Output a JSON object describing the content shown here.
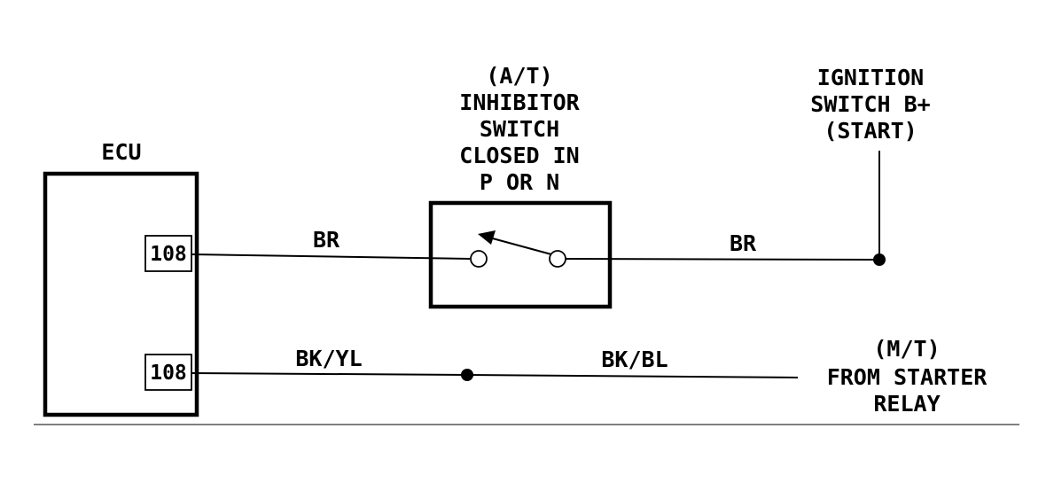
{
  "ecu": {
    "label": "ECU",
    "pin_top": "108",
    "pin_bottom": "108"
  },
  "inhibitor_switch": {
    "lines": [
      "(A/T)",
      "INHIBITOR",
      "SWITCH",
      "CLOSED IN",
      "P OR N"
    ]
  },
  "ignition_switch": {
    "lines": [
      "IGNITION",
      "SWITCH B+",
      "(START)"
    ]
  },
  "starter_relay": {
    "lines": [
      "(M/T)",
      "FROM STARTER",
      "RELAY"
    ]
  },
  "wires": {
    "top_left": "BR",
    "top_right": "BR",
    "bottom_left": "BK/YL",
    "bottom_right": "BK/BL"
  }
}
